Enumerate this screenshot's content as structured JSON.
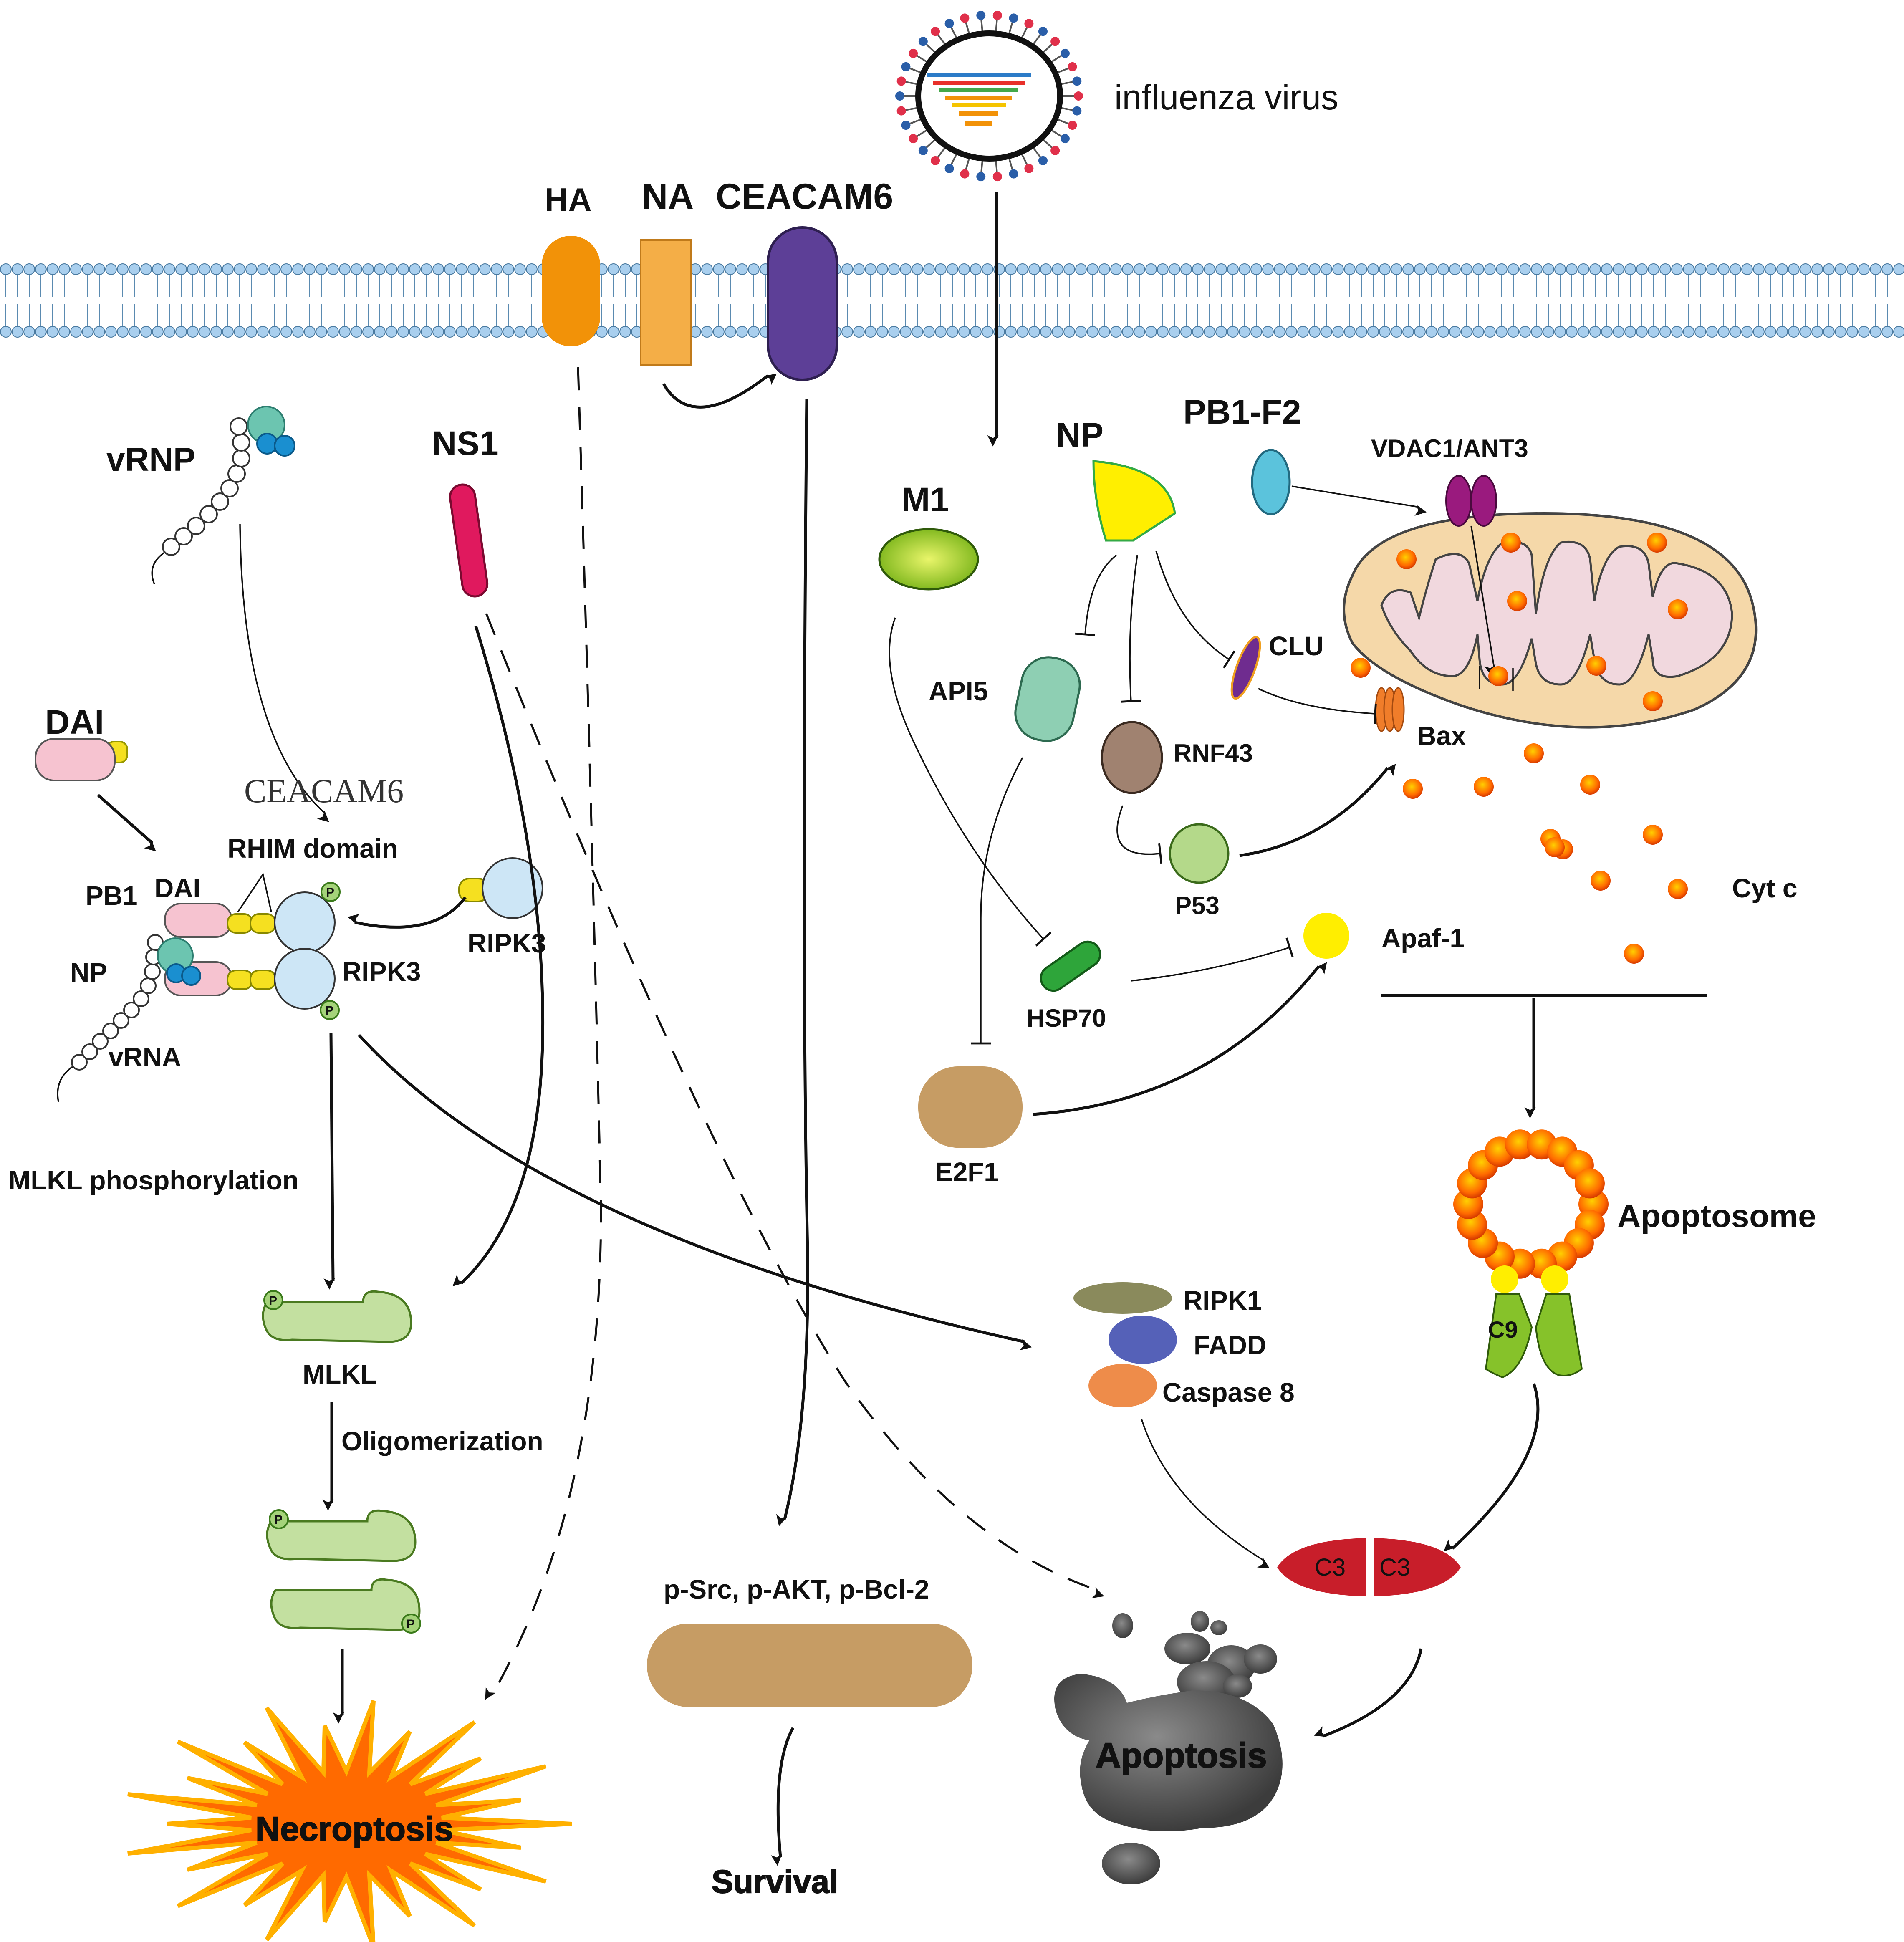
{
  "labels": {
    "influenza_virus": "influenza virus",
    "ha": "HA",
    "na": "NA",
    "ceacam6_top": "CEACAM6",
    "vrnp": "vRNP",
    "ns1": "NS1",
    "dai_top": "DAI",
    "ceacam6_mid": "CEACAM6",
    "rhim_domain": "RHIM domain",
    "pb1": "PB1",
    "dai_complex": "DAI",
    "np_left": "NP",
    "ripk3_complex": "RIPK3",
    "ripk3_free": "RIPK3",
    "vrna": "vRNA",
    "mlkl_phos": "MLKL phosphorylation",
    "mlkl": "MLKL",
    "oligomerization": "Oligomerization",
    "necroptosis": "Necroptosis",
    "psrc": "p-Src, p-AKT, p-Bcl-2",
    "survival": "Survival",
    "m1": "M1",
    "np_right": "NP",
    "pb1f2": "PB1-F2",
    "vdac": "VDAC1/ANT3",
    "api5": "API5",
    "clu": "CLU",
    "rnf43": "RNF43",
    "bax": "Bax",
    "p53": "P53",
    "cytc": "Cyt c",
    "apaf1": "Apaf-1",
    "hsp70": "HSP70",
    "e2f1": "E2F1",
    "apoptosome": "Apoptosome",
    "c9": "C9",
    "ripk1": "RIPK1",
    "fadd": "FADD",
    "caspase8": "Caspase 8",
    "c3_left": "C3",
    "c3_right": "C3",
    "apoptosis": "Apoptosis",
    "phospho": "P"
  },
  "colors": {
    "membrane": "#a9cfee",
    "ha": "#f29208",
    "na": "#f4ae47",
    "ceacam6": "#5d3f97",
    "ns1": "#e0195e",
    "m1": "#8bbf1a",
    "np": "#ffef00",
    "pb1f2": "#5bc3dc",
    "vdac": "#9a1a7e",
    "api5": "#8ecfb3",
    "clu": "#6f2c8f",
    "rnf43": "#a08270",
    "p53": "#b4d98a",
    "hsp70": "#2ea53a",
    "e2f1": "#c69c64",
    "bax": "#f07d2a",
    "cytc": "#ff6a00",
    "apaf1": "#ffee00",
    "c3": "#c81e2a",
    "ripk1": "#8a8a5c",
    "fadd": "#5561b8",
    "caspase8": "#ee8c4a",
    "mlkl": "#c3e0a0",
    "survival_bar": "#c69c64",
    "necroptosis_burst": "#ff6a00",
    "apoptosis_body": "#555555",
    "mitochondrion_outer": "#f5d8a9",
    "mitochondrion_inner": "#f1d8de"
  }
}
